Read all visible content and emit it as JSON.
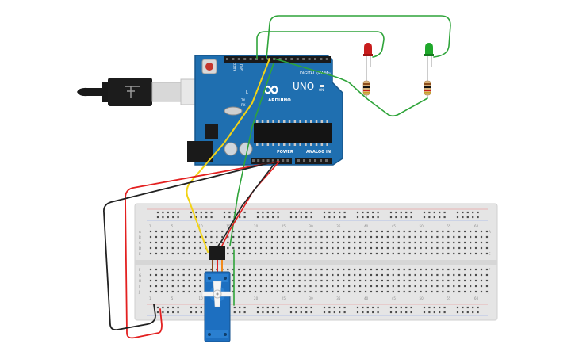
{
  "board": {
    "brand": "ARDUINO",
    "model": "UNO",
    "logo_mark": "∞",
    "header_digital": "DIGITAL (PWM~)",
    "header_power": "POWER",
    "header_analog": "ANALOG IN",
    "pin_aref": "AREF",
    "pin_gnd": "GND",
    "led_l": "L",
    "led_tx": "TX",
    "led_rx": "RX",
    "on_label": "ON"
  },
  "breadboard": {
    "row_letters_top": [
      "A",
      "B",
      "C",
      "D",
      "E"
    ],
    "row_letters_bottom": [
      "F",
      "G",
      "H",
      "I",
      "J"
    ],
    "column_numbers": [
      "1",
      "5",
      "10",
      "15",
      "20",
      "25",
      "30",
      "35",
      "40",
      "45",
      "50",
      "55",
      "60"
    ]
  },
  "colors": {
    "board": "#1f6fb0",
    "breadboard": "#e5e5e5",
    "wire_green": "#2fa43a",
    "wire_red": "#e32020",
    "wire_black": "#222222",
    "wire_yellow": "#f2d316",
    "servo": "#1d6fc0",
    "led_red": "#c81d1d",
    "led_green": "#1fa82b"
  },
  "icons": {
    "usb": "usb-plug-icon",
    "power_jack": "dc-jack-icon",
    "reset": "reset-button-icon",
    "servo": "servo-motor-icon"
  }
}
